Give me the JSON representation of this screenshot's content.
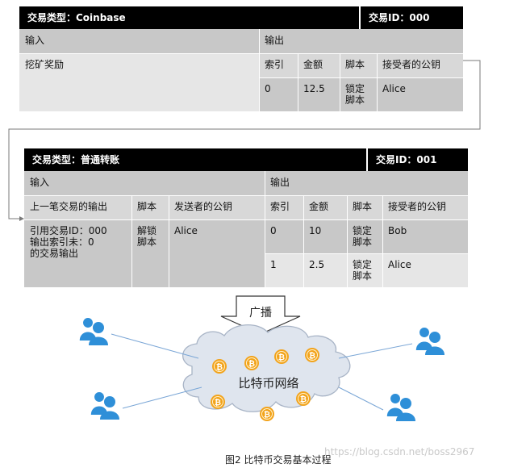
{
  "tx1": {
    "type_label": "交易类型：Coinbase",
    "id_label": "交易ID：000",
    "input_header": "输入",
    "output_header": "输出",
    "input_value": "挖矿奖励",
    "output_columns": [
      "索引",
      "金额",
      "脚本",
      "接受者的公钥"
    ],
    "outputs": [
      {
        "index": "0",
        "amount": "12.5",
        "script": "锁定\n脚本",
        "recipient": "Alice"
      }
    ]
  },
  "tx2": {
    "type_label": "交易类型：普通转账",
    "id_label": "交易ID：001",
    "input_header": "输入",
    "output_header": "输出",
    "input_columns": [
      "上一笔交易的输出",
      "脚本",
      "发送者的公钥"
    ],
    "input_row": {
      "ref": "引用交易ID：000\n输出索引未：0\n的交易输出",
      "script": "解锁\n脚本",
      "sender": "Alice"
    },
    "output_columns": [
      "索引",
      "金额",
      "脚本",
      "接受者的公钥"
    ],
    "outputs": [
      {
        "index": "0",
        "amount": "10",
        "script": "锁定\n脚本",
        "recipient": "Bob"
      },
      {
        "index": "1",
        "amount": "2.5",
        "script": "锁定\n脚本",
        "recipient": "Alice"
      }
    ]
  },
  "network": {
    "broadcast_label": "广播",
    "cloud_label": "比特币网络",
    "coin_symbol": "₿",
    "coin_color": "#f2a31b",
    "user_color": "#2e8fd8",
    "cloud_fill": "#dfe5ee",
    "cloud_stroke": "#a8b4c6"
  },
  "caption": "图2 比特币交易基本过程",
  "watermark": "https://blog.csdn.net/boss2967"
}
